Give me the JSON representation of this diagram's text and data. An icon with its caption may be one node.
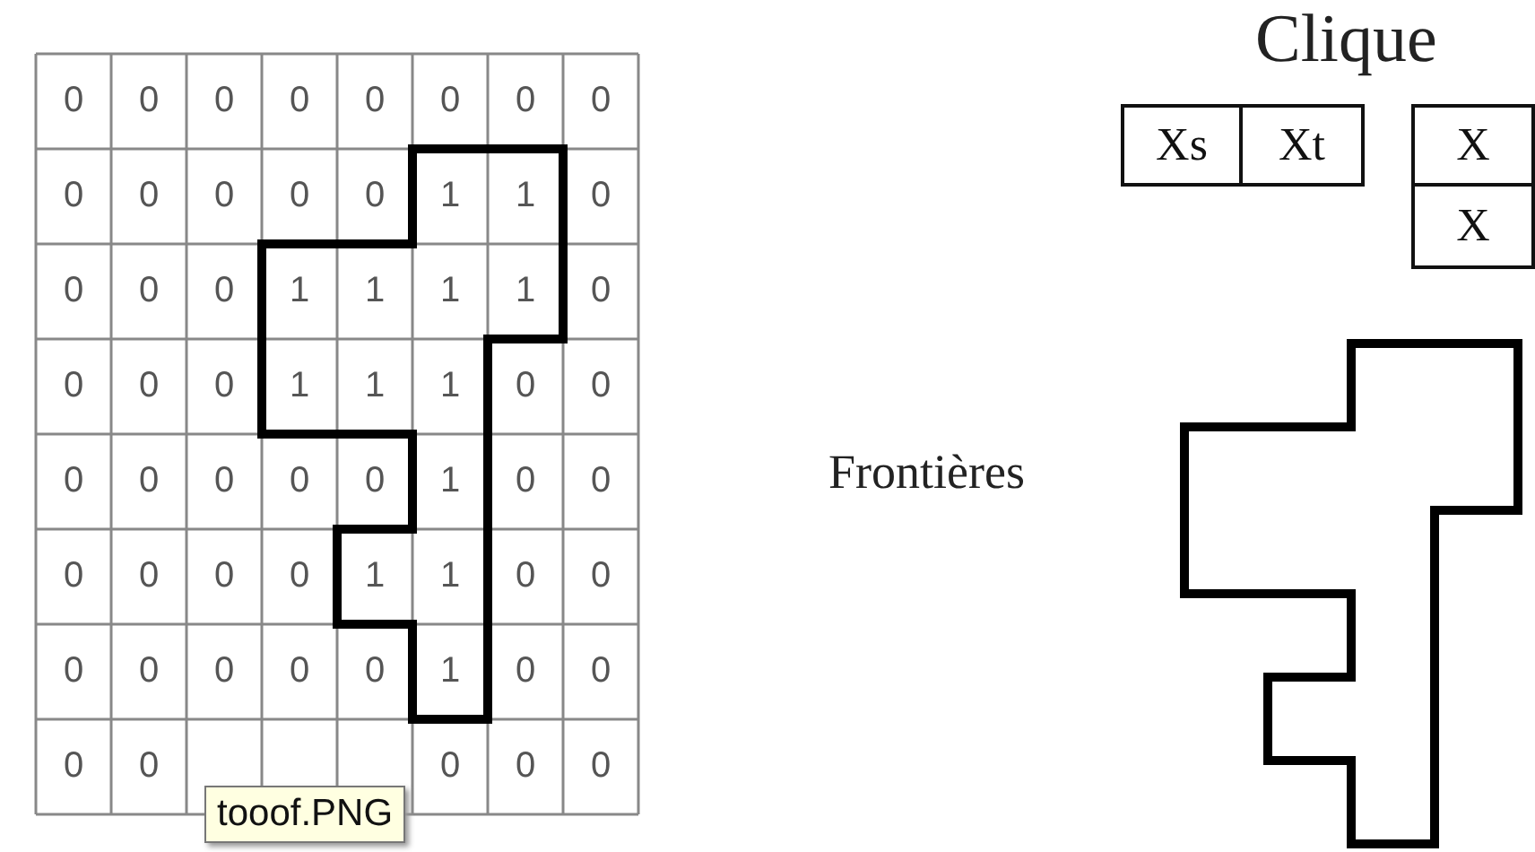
{
  "diagram": {
    "nodes": [
      {
        "text": [
          "Xs"
        ]
      },
      {
        "text": [
          "Xt"
        ]
      },
      {
        "text": [
          "X"
        ]
      },
      {
        "text": [
          "X"
        ]
      }
    ],
    "labels": [
      "0",
      "0",
      "0",
      "0",
      "0",
      "0",
      "0",
      "0",
      "0",
      "0",
      "0",
      "0",
      "0",
      "1",
      "1",
      "0",
      "0",
      "0",
      "0",
      "1",
      "1",
      "1",
      "1",
      "0",
      "0",
      "0",
      "0",
      "1",
      "1",
      "1",
      "0",
      "0",
      "0",
      "0",
      "0",
      "0",
      "0",
      "1",
      "0",
      "0",
      "0",
      "0",
      "0",
      "0",
      "1",
      "1",
      "0",
      "0",
      "0",
      "0",
      "0",
      "0",
      "0",
      "1",
      "0",
      "0",
      "0",
      "0",
      "tooof.PNG",
      "0",
      "0",
      "0",
      "Clique",
      "Frontières"
    ]
  }
}
